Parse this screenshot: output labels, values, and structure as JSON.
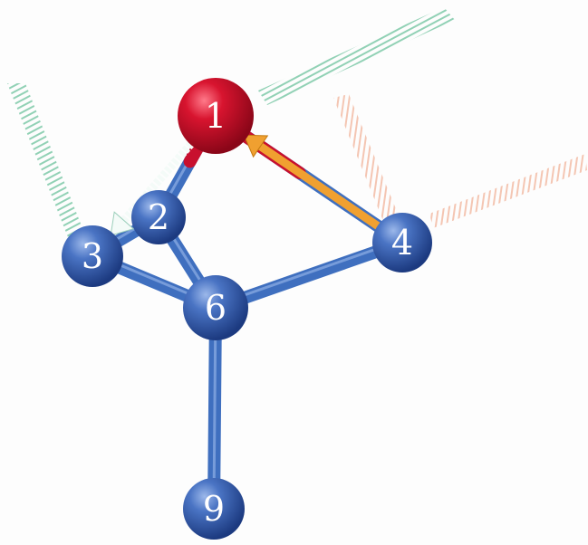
{
  "diagram": {
    "colors": {
      "atom_blue": "#2f59a8",
      "atom_red": "#c8102e",
      "bond_blue": "#3f6fbf",
      "arrow_orange": "#f0a030",
      "arrow_white": "#f4fbf8",
      "plane_green": "#7ec9a8",
      "plane_salmon": "#f2b8a0",
      "label": "#ffffff"
    },
    "atoms": [
      {
        "id": "1",
        "label": "1",
        "color": "red"
      },
      {
        "id": "2",
        "label": "2",
        "color": "blue"
      },
      {
        "id": "3",
        "label": "3",
        "color": "blue"
      },
      {
        "id": "4",
        "label": "4",
        "color": "blue"
      },
      {
        "id": "6",
        "label": "6",
        "color": "blue"
      },
      {
        "id": "9",
        "label": "9",
        "color": "blue"
      }
    ],
    "bonds": [
      {
        "from": "1",
        "to": "2"
      },
      {
        "from": "1",
        "to": "4"
      },
      {
        "from": "2",
        "to": "3"
      },
      {
        "from": "2",
        "to": "6"
      },
      {
        "from": "3",
        "to": "6"
      },
      {
        "from": "4",
        "to": "6"
      },
      {
        "from": "6",
        "to": "9"
      }
    ],
    "arrows": [
      {
        "from": "1",
        "to": "3",
        "style": "white"
      },
      {
        "from": "4",
        "to": "1",
        "style": "orange"
      }
    ]
  }
}
